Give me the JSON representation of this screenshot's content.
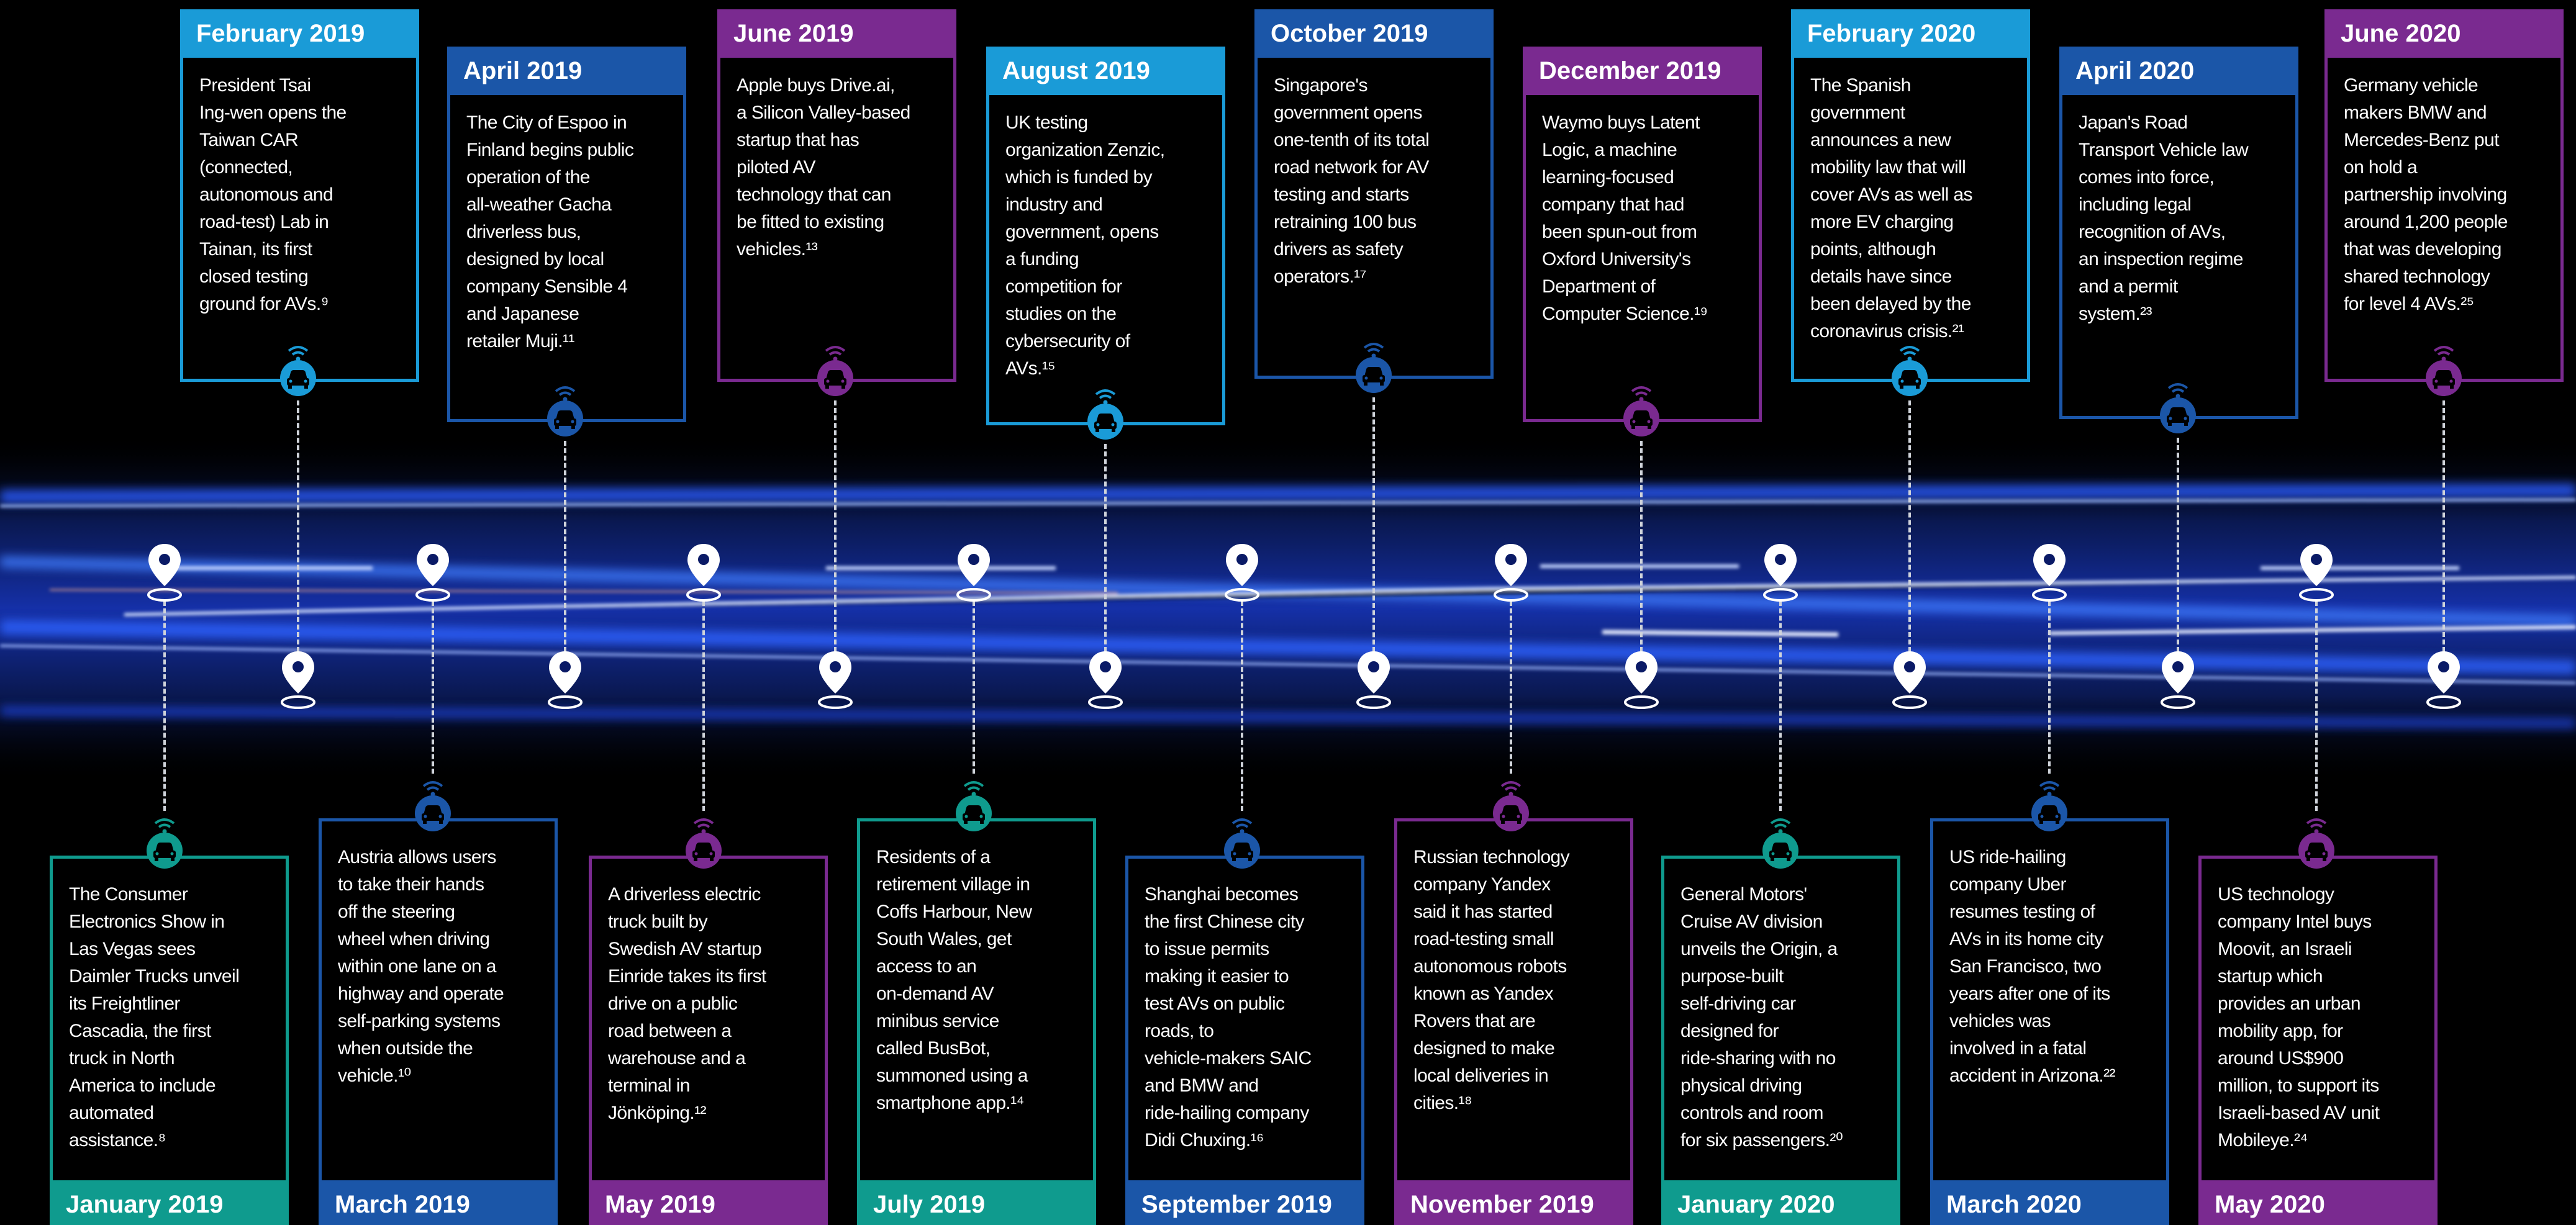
{
  "colors": {
    "cyan": "#1a9bd7",
    "blue": "#1b56a8",
    "purple": "#7a2a90",
    "teal": "#0f9b8e",
    "background": "#000000",
    "light_trail": "#3a6cff"
  },
  "icons": {
    "vehicle": "connected-car-icon",
    "marker": "location-pin-icon"
  },
  "timeline": {
    "top": [
      {
        "date": "February 2019",
        "color": "cyan",
        "text": "President Tsai\nIng-wen opens the\nTaiwan CAR\n(connected,\nautonomous and\nroad-test) Lab in\nTainan, its first\nclosed testing\nground for AVs.⁹"
      },
      {
        "date": "April 2019",
        "color": "blue",
        "text": "The City of Espoo in\nFinland begins public\noperation of the\nall-weather Gacha\ndriverless bus,\ndesigned by local\ncompany Sensible 4\nand Japanese\nretailer Muji.¹¹"
      },
      {
        "date": "June 2019",
        "color": "purple",
        "text": "Apple buys Drive.ai,\na Silicon Valley-based\nstartup that has\npiloted AV\ntechnology that can\nbe fitted to existing\nvehicles.¹³"
      },
      {
        "date": "August 2019",
        "color": "cyan",
        "text": "UK testing\norganization Zenzic,\nwhich is funded by\nindustry and\ngovernment, opens\na funding\ncompetition for\nstudies on the\ncybersecurity of\nAVs.¹⁵"
      },
      {
        "date": "October 2019",
        "color": "blue",
        "text": "Singapore's\ngovernment opens\none-tenth of its total\nroad network for AV\ntesting and starts\nretraining 100 bus\ndrivers as safety\noperators.¹⁷"
      },
      {
        "date": "December 2019",
        "color": "purple",
        "text": "Waymo buys Latent\nLogic, a machine\nlearning-focused\ncompany that had\nbeen spun-out from\nOxford University's\nDepartment of\nComputer Science.¹⁹"
      },
      {
        "date": "February 2020",
        "color": "cyan",
        "text": "The Spanish\ngovernment\nannounces a new\nmobility law that will\ncover AVs as well as\nmore EV charging\npoints, although\ndetails have since\nbeen delayed by the\ncoronavirus crisis.²¹"
      },
      {
        "date": "April 2020",
        "color": "blue",
        "text": "Japan's Road\nTransport Vehicle law\ncomes into force,\nincluding legal\nrecognition of AVs,\nan inspection regime\nand a permit\nsystem.²³"
      },
      {
        "date": "June 2020",
        "color": "purple",
        "text": "Germany vehicle\nmakers BMW and\nMercedes-Benz put\non hold a\npartnership involving\naround 1,200 people\nthat was developing\nshared technology\nfor level 4 AVs.²⁵"
      }
    ],
    "bottom": [
      {
        "date": "January 2019",
        "color": "teal",
        "text": "The Consumer\nElectronics Show in\nLas Vegas sees\nDaimler Trucks unveil\nits Freightliner\nCascadia, the first\ntruck in North\nAmerica to include\nautomated\nassistance.⁸"
      },
      {
        "date": "March 2019",
        "color": "blue",
        "text": "Austria allows users\nto take their hands\noff the steering\nwheel when driving\nwithin one lane on a\nhighway and operate\nself-parking systems\nwhen outside the\nvehicle.¹⁰"
      },
      {
        "date": "May 2019",
        "color": "purple",
        "text": "A driverless electric\ntruck built by\nSwedish AV startup\nEinride takes its first\ndrive on a public\nroad between a\nwarehouse and a\nterminal in\nJönköping.¹²"
      },
      {
        "date": "July 2019",
        "color": "teal",
        "text": "Residents of a\nretirement village in\nCoffs Harbour, New\nSouth Wales, get\naccess to an\non-demand AV\nminibus service\ncalled BusBot,\nsummoned using a\nsmartphone app.¹⁴"
      },
      {
        "date": "September 2019",
        "color": "blue",
        "text": "Shanghai becomes\nthe first Chinese city\nto issue permits\nmaking it easier to\ntest AVs on public\nroads, to\nvehicle-makers SAIC\nand BMW and\nride-hailing company\nDidi Chuxing.¹⁶"
      },
      {
        "date": "November 2019",
        "color": "purple",
        "text": "Russian technology\ncompany Yandex\nsaid it has started\nroad-testing small\nautonomous robots\nknown as Yandex\nRovers that are\ndesigned to make\nlocal deliveries in\ncities.¹⁸"
      },
      {
        "date": "January 2020",
        "color": "teal",
        "text": "General Motors'\nCruise AV division\nunveils the Origin, a\npurpose-built\nself-driving car\ndesigned for\nride-sharing with no\nphysical driving\ncontrols and room\nfor six passengers.²⁰"
      },
      {
        "date": "March 2020",
        "color": "blue",
        "text": "US ride-hailing\ncompany Uber\nresumes testing of\nAVs in its home city\nSan Francisco, two\nyears after one of its\nvehicles was\ninvolved in a fatal\naccident in Arizona.²²"
      },
      {
        "date": "May 2020",
        "color": "purple",
        "text": "US technology\ncompany Intel buys\nMoovit, an Israeli\nstartup which\nprovides an urban\nmobility app, for\naround US$900\nmillion, to support its\nIsraeli-based AV unit\nMobileye.²⁴"
      }
    ]
  }
}
